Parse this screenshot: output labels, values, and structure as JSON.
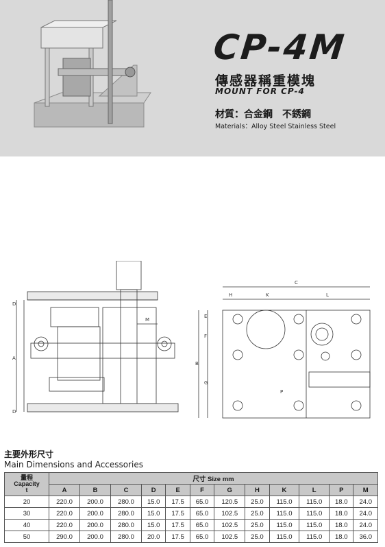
{
  "header": {
    "model": "CP-4M",
    "title_cn": "傳感器稱重模塊",
    "title_en": "MOUNT FOR CP-4",
    "materials_cn": "材質：合金鋼　不銹鋼",
    "materials_en": "Materials：Alloy Steel  Stainless Steel"
  },
  "drawing_labels": {
    "side": {
      "D_top": "D",
      "A": "A",
      "D_bottom": "D",
      "M": "M"
    },
    "top": {
      "C": "C",
      "H": "H",
      "K": "K",
      "L": "L",
      "E": "E",
      "F": "F",
      "B": "B",
      "G": "G",
      "P": "P"
    }
  },
  "section": {
    "title_cn": "主要外形尺寸",
    "title_en": "Main Dimensions and Accessories"
  },
  "table": {
    "capacity_header_cn": "量程",
    "capacity_header_en": "Capacity",
    "capacity_unit": "t",
    "size_header": "尺寸 Size mm",
    "columns": [
      "A",
      "B",
      "C",
      "D",
      "E",
      "F",
      "G",
      "H",
      "K",
      "L",
      "P",
      "M"
    ],
    "rows": [
      {
        "capacity": "20",
        "values": [
          "220.0",
          "200.0",
          "280.0",
          "15.0",
          "17.5",
          "65.0",
          "120.5",
          "25.0",
          "115.0",
          "115.0",
          "18.0",
          "24.0"
        ]
      },
      {
        "capacity": "30",
        "values": [
          "220.0",
          "200.0",
          "280.0",
          "15.0",
          "17.5",
          "65.0",
          "102.5",
          "25.0",
          "115.0",
          "115.0",
          "18.0",
          "24.0"
        ]
      },
      {
        "capacity": "40",
        "values": [
          "220.0",
          "200.0",
          "280.0",
          "15.0",
          "17.5",
          "65.0",
          "102.5",
          "25.0",
          "115.0",
          "115.0",
          "18.0",
          "24.0"
        ]
      },
      {
        "capacity": "50",
        "values": [
          "290.0",
          "200.0",
          "280.0",
          "20.0",
          "17.5",
          "65.0",
          "102.5",
          "25.0",
          "115.0",
          "115.0",
          "18.0",
          "36.0"
        ]
      }
    ]
  }
}
